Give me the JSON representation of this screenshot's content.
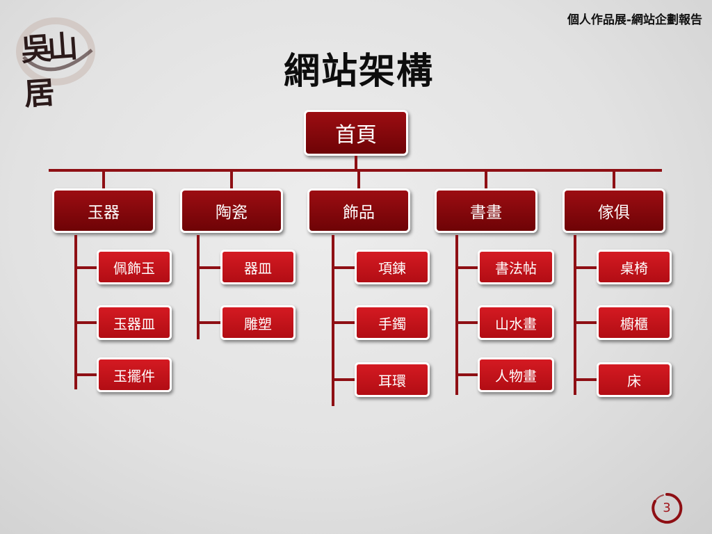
{
  "header": {
    "title": "個人作品展-網站企劃報告"
  },
  "logo": {
    "text": "吳山居"
  },
  "page": {
    "title": "網站架構",
    "number": "3"
  },
  "tree": {
    "root": "首頁",
    "categories": [
      {
        "label": "玉器",
        "children": [
          "佩飾玉",
          "玉器皿",
          "玉擺件"
        ]
      },
      {
        "label": "陶瓷",
        "children": [
          "器皿",
          "雕塑"
        ]
      },
      {
        "label": "飾品",
        "children": [
          "項鍊",
          "手鐲",
          "耳環"
        ]
      },
      {
        "label": "書畫",
        "children": [
          "書法帖",
          "山水畫",
          "人物畫"
        ]
      },
      {
        "label": "傢俱",
        "children": [
          "桌椅",
          "櫥櫃",
          "床"
        ]
      }
    ]
  },
  "colors": {
    "dark_red": "#8e0f14",
    "bright_red": "#d41a22"
  }
}
